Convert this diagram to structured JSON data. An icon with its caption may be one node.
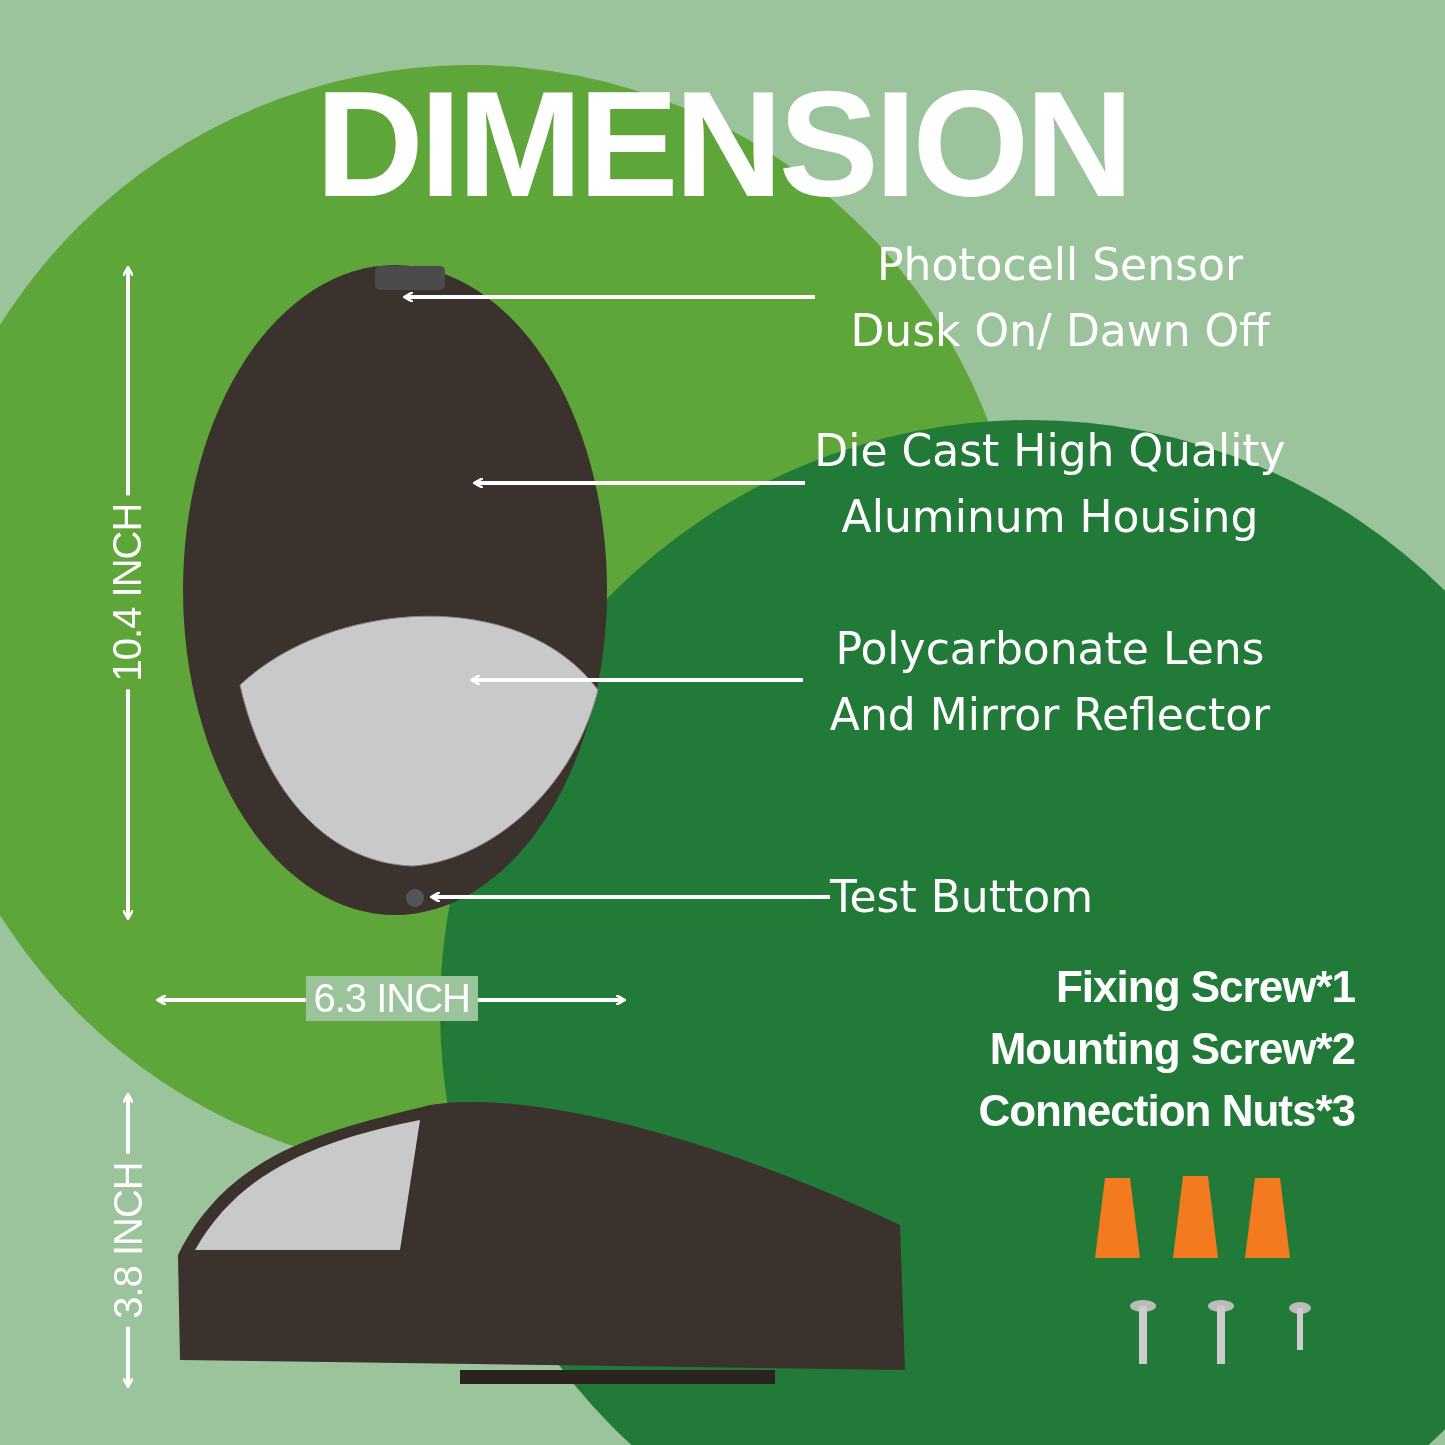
{
  "diagram": {
    "title": "DIMENSION",
    "nodes": [
      {
        "text": [
          "Photocell Sensor Dusk On/ Dawn Off"
        ]
      },
      {
        "text": [
          "Die Cast High Quality Aluminum Housing"
        ]
      },
      {
        "text": [
          "Polycarbonate Lens And Mirror Reflector"
        ]
      },
      {
        "text": [
          "Test Buttom"
        ]
      }
    ],
    "edges": [
      {
        "from": 0,
        "to": null,
        "arrow": "to"
      },
      {
        "from": 1,
        "to": null,
        "arrow": "to"
      },
      {
        "from": 2,
        "to": null,
        "arrow": "to"
      },
      {
        "from": 3,
        "to": null,
        "arrow": "to"
      }
    ],
    "labels": [
      "10.4 INCH",
      "6.3 INCH",
      "3.8 INCH",
      "Fixing Screw*1",
      "Mounting Screw*2",
      "Connection Nuts*3"
    ]
  }
}
